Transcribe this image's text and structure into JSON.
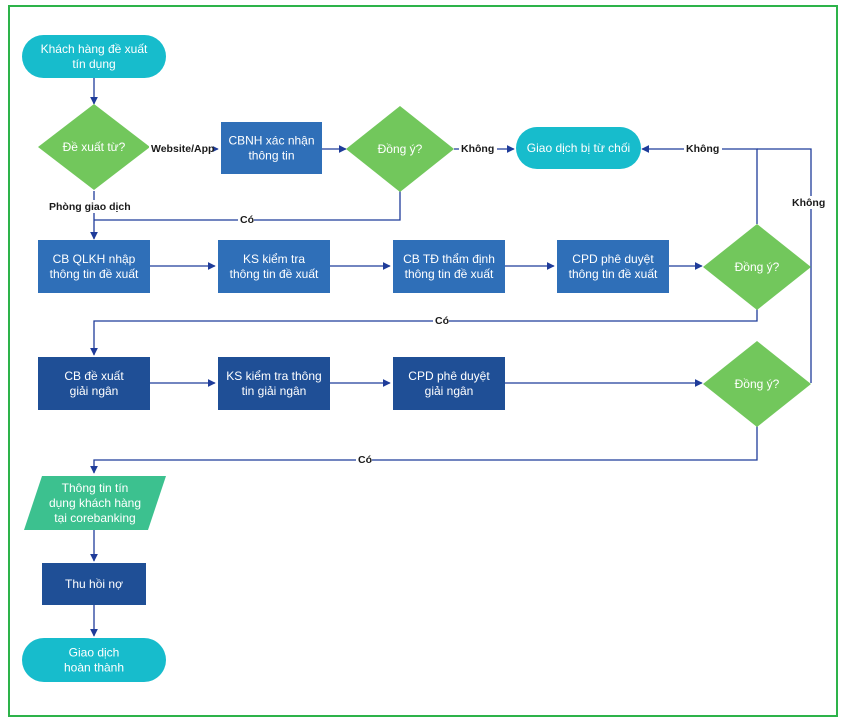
{
  "colors": {
    "border": "#2db34a",
    "terminal": "#17bccc",
    "process": "#2f6fb8",
    "process_dark": "#1f4f96",
    "decision": "#72c75c",
    "data": "#3cc18f",
    "line": "#1f3c9a"
  },
  "nodes": {
    "start": [
      "Khách hàng đề xuất",
      "tín dụng"
    ],
    "d_source": [
      "Đề xuất từ?"
    ],
    "cbnh": [
      "CBNH xác nhận",
      "thông tin"
    ],
    "d_agree1": [
      "Đồng ý?"
    ],
    "rejected": [
      "Giao dịch bị từ chối"
    ],
    "qlkh": [
      "CB QLKH nhập",
      "thông tin đề xuất"
    ],
    "ks1": [
      "KS kiểm tra",
      "thông tin đề xuất"
    ],
    "td": [
      "CB TĐ thẩm định",
      "thông tin đề xuất"
    ],
    "cpd1": [
      "CPD phê duyệt",
      "thông tin đề xuất"
    ],
    "d_agree2": [
      "Đồng ý?"
    ],
    "cbdx": [
      "CB đề xuất",
      "giải ngân"
    ],
    "ks2": [
      "KS kiểm tra thông",
      "tin giải ngân"
    ],
    "cpd2": [
      "CPD phê duyệt",
      "giải ngân"
    ],
    "d_agree3": [
      "Đồng ý?"
    ],
    "core": [
      "Thông tin tín",
      "dụng khách hàng",
      "tại corebanking"
    ],
    "thuhoi": [
      "Thu hồi nợ"
    ],
    "end": [
      "Giao dịch",
      "hoàn thành"
    ]
  },
  "edge_labels": {
    "website_app": "Website/App",
    "phong_giao_dich": "Phòng giao dịch",
    "khong_1": "Không",
    "co_1": "Có",
    "khong_2": "Không",
    "khong_3": "Không",
    "co_2": "Có",
    "co_3": "Có"
  }
}
